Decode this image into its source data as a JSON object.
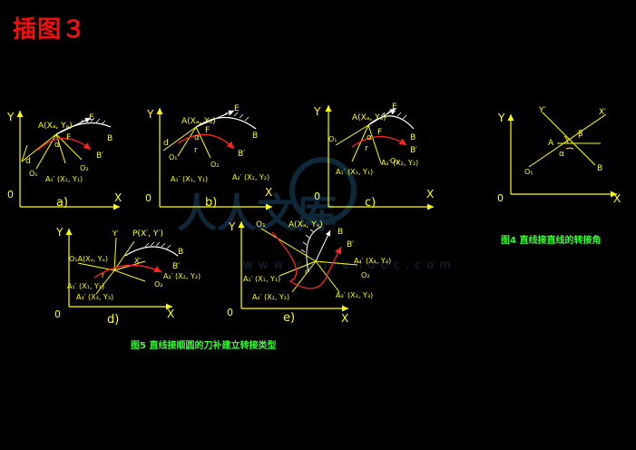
{
  "slide": {
    "title": "插图３"
  },
  "colors": {
    "background": "#000000",
    "axis": "#ffff00",
    "line": "#ffff00",
    "arc": "#ff2222",
    "caption": "#33ff33",
    "title": "#ee1111",
    "hatch": "#ffffff",
    "watermark": "#1a4a6a"
  },
  "watermark": {
    "text": "人人文库",
    "url": "www.renrendoc.com"
  },
  "diagram_a": {
    "axis_x": "X",
    "axis_y": "Y",
    "origin": "0",
    "point_a": "A(Xₐ, Yₐ)",
    "point_b": "B",
    "point_b_prime": "B′",
    "label_e": "E",
    "label_d": "d",
    "label_alpha": "α",
    "label_f": "F",
    "o1": "O₁",
    "o2": "O₂",
    "a1_prime": "A₁′ (X₁, Y₁)",
    "caption": "a)"
  },
  "diagram_b": {
    "axis_x": "X",
    "axis_y": "Y",
    "origin": "0",
    "point_a": "A(Xₐ, Yₐ)",
    "point_b": "B",
    "point_b_prime": "B′",
    "label_e": "E",
    "label_d": "d",
    "label_alpha": "α",
    "label_f": "F",
    "label_r": "r",
    "o1": "O₁",
    "o2": "O₂",
    "a1_prime": "A₁′ (X₁, Y₁)",
    "a2_prime": "A₂′ (X₂, Y₂)",
    "caption": "b)"
  },
  "diagram_c": {
    "axis_x": "X",
    "axis_y": "Y",
    "origin": "0",
    "point_a": "A(Xₐ, Yₐ)",
    "point_b": "B",
    "point_b_prime": "B′",
    "label_e": "E",
    "label_alpha": "α",
    "label_f": "F",
    "label_r": "r",
    "o1": "O₁",
    "o2": "O₂",
    "a1_prime": "A₁′ (X₁, Y₁)",
    "a2_prime": "A₂′ (X₂, Y₂)",
    "caption": "c)"
  },
  "diagram_d": {
    "axis_x": "X",
    "axis_y": "Y",
    "origin": "0",
    "point_a": "O₁A(Xₐ, Yₐ)",
    "point_p": "P(X′, Y′)",
    "point_b": "B",
    "point_b_prime": "B′",
    "y_prime": "Y′",
    "x_prime": "X′",
    "a2_prime": "A₂′ (X₂, Y₂)",
    "a1_prime": "A₁′ (X₁, Y₁)",
    "a3_prime": "A₃′ (X₃, Y₃)",
    "o2": "O₂",
    "label_r": "r",
    "caption": "d)"
  },
  "diagram_e": {
    "axis_x": "X",
    "axis_y": "Y",
    "origin": "0",
    "o1": "O₁",
    "point_a": "A(Xₐ, Yₐ)",
    "point_b": "B",
    "point_b_prime": "B′",
    "a4_prime": "A₄′ (X₄, Y₄)",
    "a1_prime": "A₁′ (X₁, Y₁)",
    "a2_prime": "A₂′ (X₂, Y₂)",
    "a3_prime": "A₃′ (X₃, Y₃)",
    "o2": "O₂",
    "label_r": "r",
    "caption": "e)"
  },
  "diagram_4": {
    "axis_x": "X",
    "axis_y": "Y",
    "origin": "0",
    "y_prime": "Y′",
    "x_prime": "X′",
    "point_a": "A",
    "point_b": "B",
    "label_alpha": "α",
    "label_beta": "β",
    "o1": "O₁",
    "caption": "图4  直线接直线的转接角"
  },
  "caption_5": "图5  直线接顺圆的刀补建立转接类型"
}
